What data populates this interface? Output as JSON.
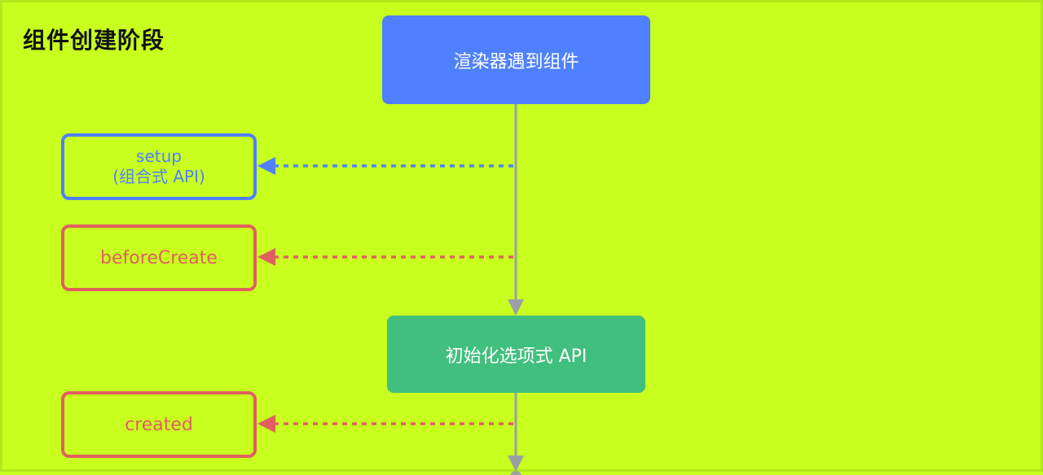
{
  "section_title": "组件创建阶段",
  "nodes": {
    "renderer": "渲染器遇到组件",
    "init_options": "初始化选项式 API"
  },
  "hooks": {
    "setup_line1": "setup",
    "setup_line2": "(组合式 API)",
    "before_create": "beforeCreate",
    "created": "created"
  },
  "colors": {
    "background": "#c8ff1f",
    "renderer": "#4f80ff",
    "init_options": "#41bf7e",
    "composition_hook": "#4f80ff",
    "options_hook": "#e0605f",
    "flow_line": "#9aa0a6"
  }
}
